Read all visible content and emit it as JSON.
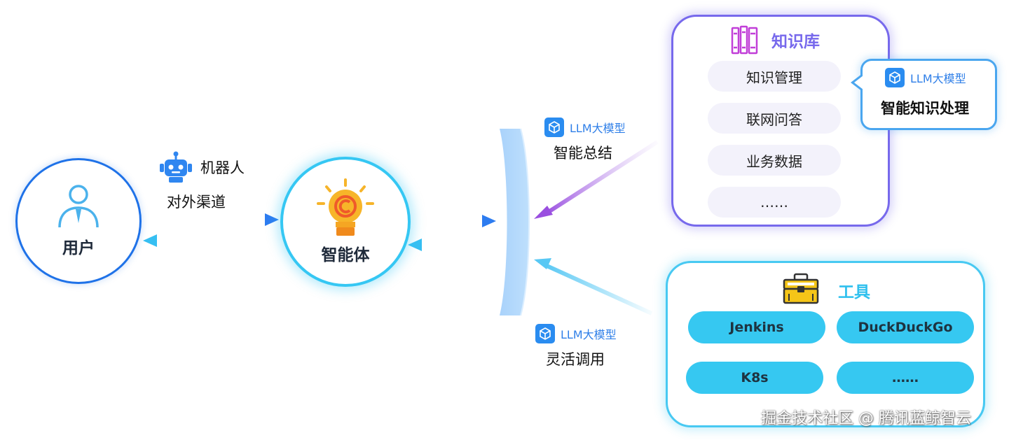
{
  "user": {
    "label": "用户",
    "icon": "user-icon"
  },
  "agent": {
    "label": "智能体",
    "icon": "lightbulb-copyright-icon"
  },
  "channel": {
    "title": "机器人",
    "subtitle": "对外渠道",
    "icon": "robot-icon"
  },
  "top_flow": {
    "llm_label": "LLM大模型",
    "caption": "智能总结"
  },
  "bottom_flow": {
    "llm_label": "LLM大模型",
    "caption": "灵活调用"
  },
  "knowledge_base": {
    "title": "知识库",
    "icon": "books-icon",
    "items": [
      "知识管理",
      "联网问答",
      "业务数据",
      "……"
    ]
  },
  "callout": {
    "llm_label": "LLM大模型",
    "title": "智能知识处理"
  },
  "tools": {
    "title": "工具",
    "icon": "toolbox-icon",
    "items": [
      "Jenkins",
      "DuckDuckGo",
      "K8s",
      "……"
    ]
  },
  "watermark": "掘金技术社区 @ 腾讯蓝鲸智云",
  "colors": {
    "user_ring": "#1f72e8",
    "agent_ring": "#35c7f3",
    "knowledge_base": "#7769ec",
    "tools": "#48c9f2",
    "llm_text": "#2f7fe8",
    "pill": "#36c8f1"
  }
}
